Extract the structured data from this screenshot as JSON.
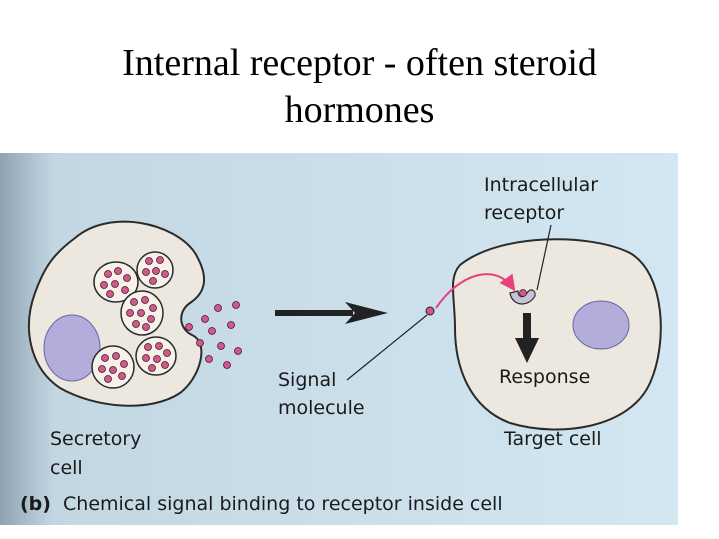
{
  "slide": {
    "title_line1": "Internal receptor - often steroid",
    "title_line2": "hormones"
  },
  "figure": {
    "label_intracellular_line1": "Intracellular",
    "label_intracellular_line2": "receptor",
    "label_signal_line1": "Signal",
    "label_signal_line2": "molecule",
    "label_response": "Response",
    "label_secretory_line1": "Secretory",
    "label_secretory_line2": "cell",
    "label_target": "Target cell",
    "caption_tag": "(b)",
    "caption_text": "Chemical signal binding to receptor inside cell"
  },
  "colors": {
    "background_panel": "#cfe4f0",
    "cell_fill": "#ede9e0",
    "nucleus": "#b4aed6",
    "vesicle_dot": "#d0588a",
    "signal_arrow": "#e8407d",
    "arrow": "#222222"
  }
}
